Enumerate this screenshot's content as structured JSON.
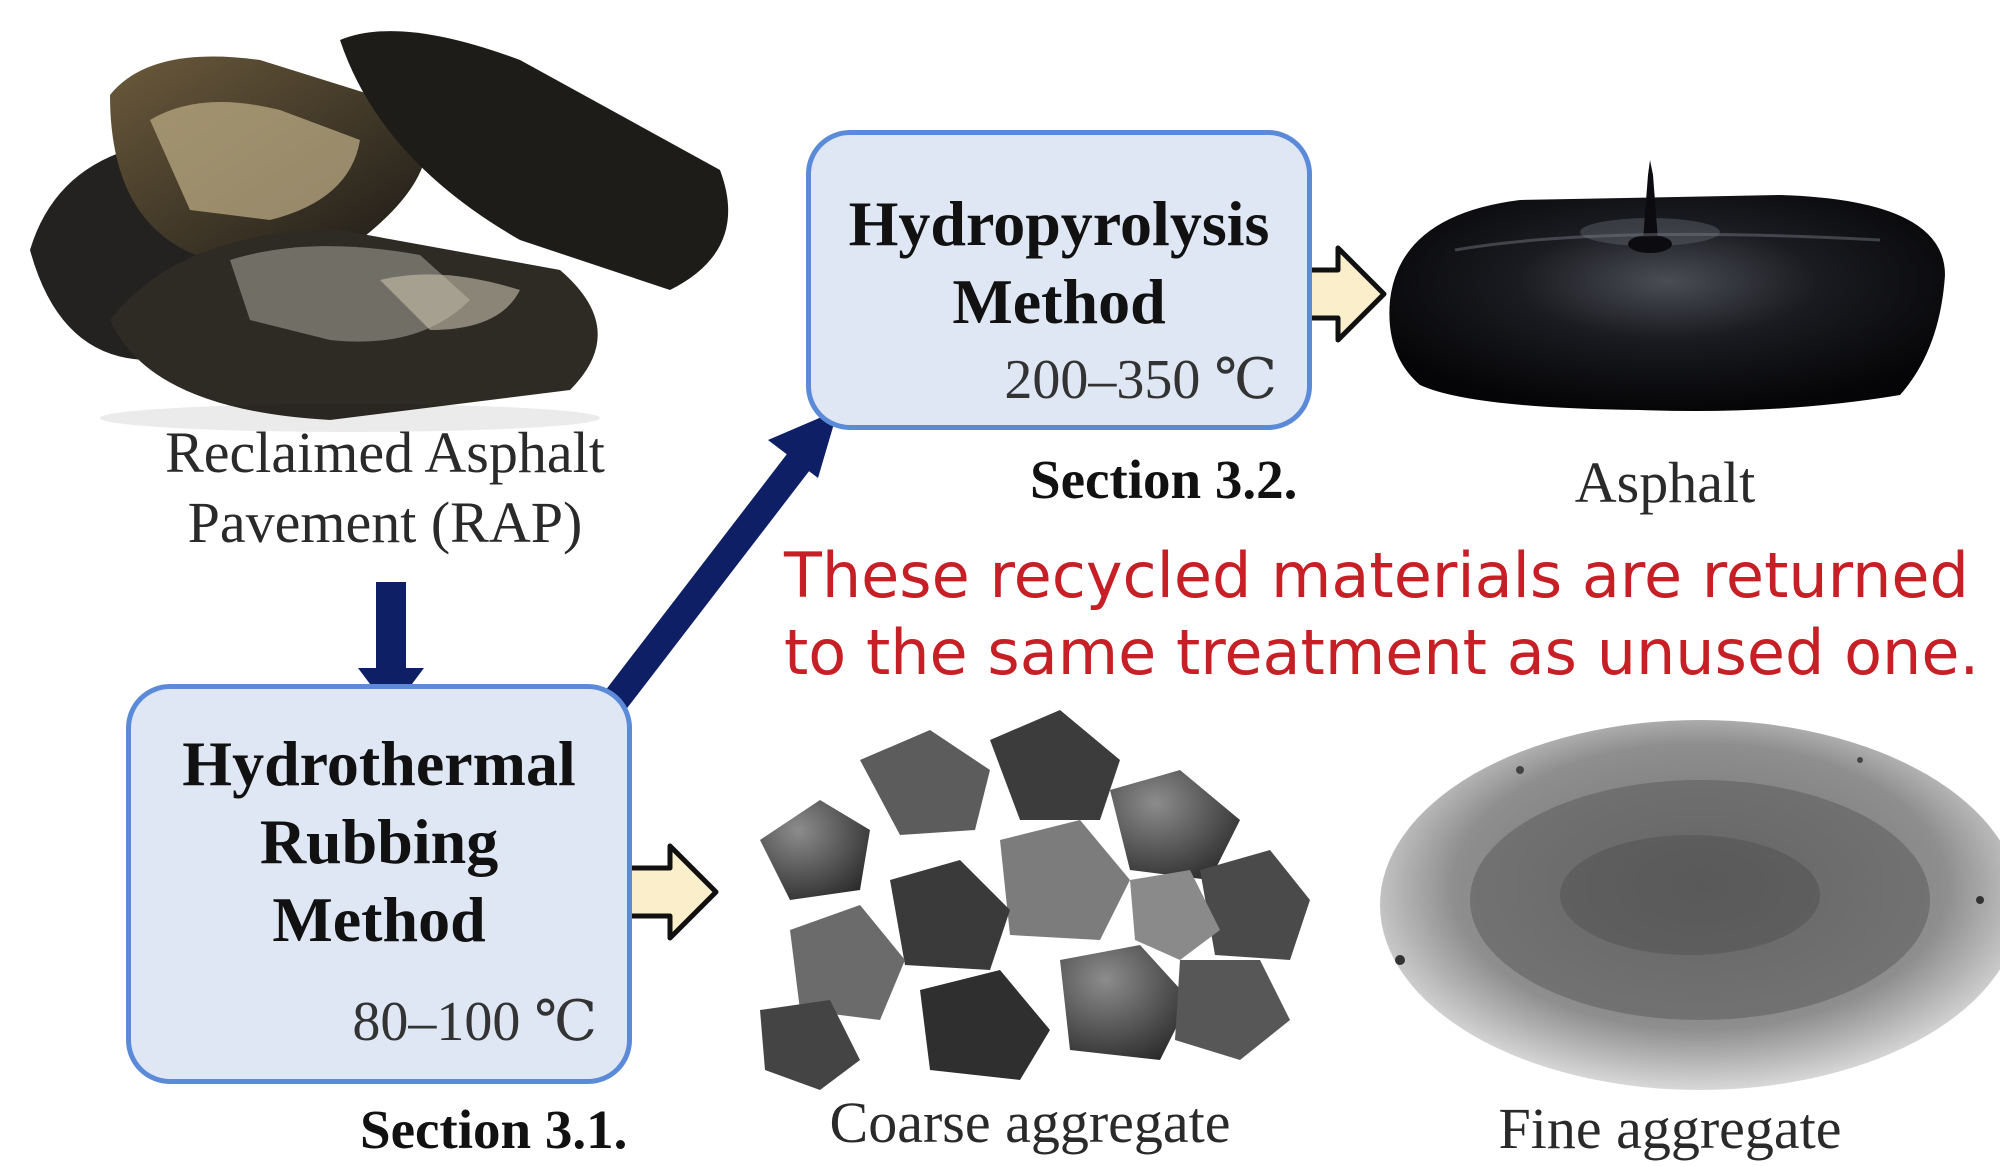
{
  "figure": {
    "rap_label": [
      "Reclaimed Asphalt",
      "Pavement (RAP)"
    ],
    "hydrothermal_box": {
      "title": [
        "Hydrothermal",
        "Rubbing",
        "Method"
      ],
      "temperature": "80–100 ℃",
      "section": "Section 3.1."
    },
    "hydropyrolysis_box": {
      "title": [
        "Hydropyrolysis",
        "Method"
      ],
      "temperature": "200–350 ℃",
      "section": "Section 3.2."
    },
    "outputs": {
      "asphalt": "Asphalt",
      "coarse": "Coarse aggregate",
      "fine": "Fine aggregate"
    },
    "note": [
      "These recycled materials are returned",
      "to the same treatment as unused one."
    ]
  },
  "colors": {
    "box_fill": "#dfe7f5",
    "box_border": "#5b8ad9",
    "flow_arrow": "#0f1f66",
    "output_arrow_fill": "#fbeecb",
    "output_arrow_stroke": "#111111",
    "note_text": "#c61f26"
  },
  "icons": [
    "rap-chunks-image",
    "asphalt-puddle-image",
    "coarse-aggregate-image",
    "fine-aggregate-image",
    "down-arrow",
    "diagonal-arrow",
    "right-arrow"
  ]
}
